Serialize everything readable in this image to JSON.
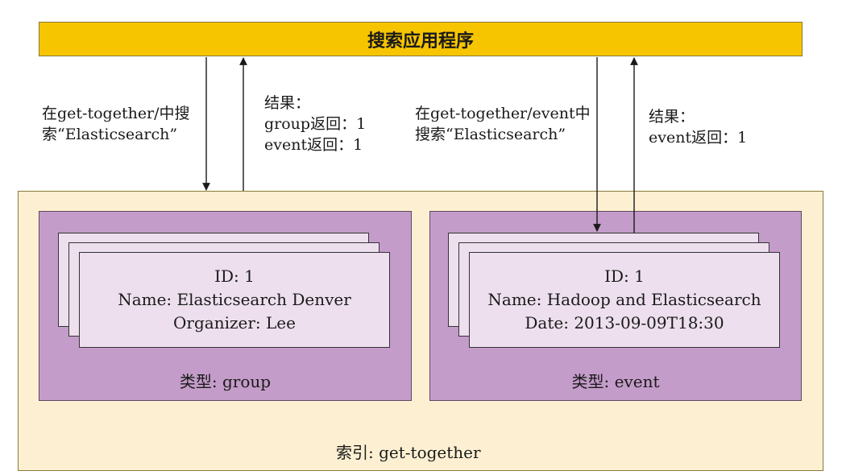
{
  "app": {
    "title": "搜索应用程序"
  },
  "requests": {
    "left": {
      "line1": "在get-together/中搜",
      "line2": "索“Elasticsearch”"
    },
    "right": {
      "line1": "在get-together/event中",
      "line2": "搜索“Elasticsearch”"
    }
  },
  "results": {
    "left": {
      "title": "结果：",
      "line1": "group返回：1",
      "line2": "event返回：1"
    },
    "right": {
      "title": "结果：",
      "line1": "event返回：1"
    }
  },
  "index": {
    "label": "索引: get-together",
    "types": [
      {
        "label": "类型: group",
        "doc": {
          "id": "ID: 1",
          "name": "Name: Elasticsearch Denver",
          "extra": "Organizer: Lee"
        }
      },
      {
        "label": "类型: event",
        "doc": {
          "id": "ID: 1",
          "name": "Name: Hadoop and Elasticsearch",
          "extra": "Date: 2013-09-09T18:30"
        }
      }
    ]
  },
  "colors": {
    "app_bar": "#f7c500",
    "index_bg": "#fdf0d2",
    "type_bg": "#c49cc9",
    "doc_bg": "#eddfee"
  }
}
